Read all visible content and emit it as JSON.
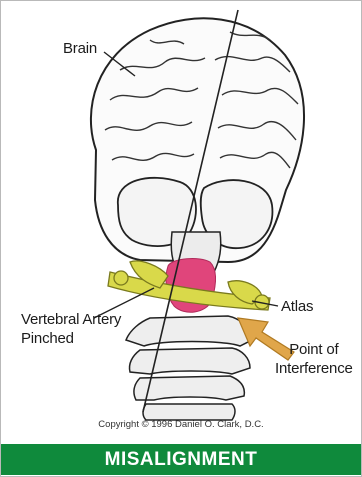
{
  "labels": {
    "brain": "Brain",
    "atlas": "Atlas",
    "vertebral_artery_line1": "Vertebral Artery",
    "vertebral_artery_line2": "Pinched",
    "point_of_interference_line1": "Point of",
    "point_of_interference_line2": "Interference"
  },
  "copyright": "Copyright © 1996 Daniel O. Clark, D.C.",
  "banner": {
    "text": "MISALIGNMENT",
    "color": "#0f8a3c"
  },
  "colors": {
    "atlas": "#d9d94a",
    "artery": "#e0457b",
    "arrow": "#e0a64a",
    "ink": "#222222"
  }
}
